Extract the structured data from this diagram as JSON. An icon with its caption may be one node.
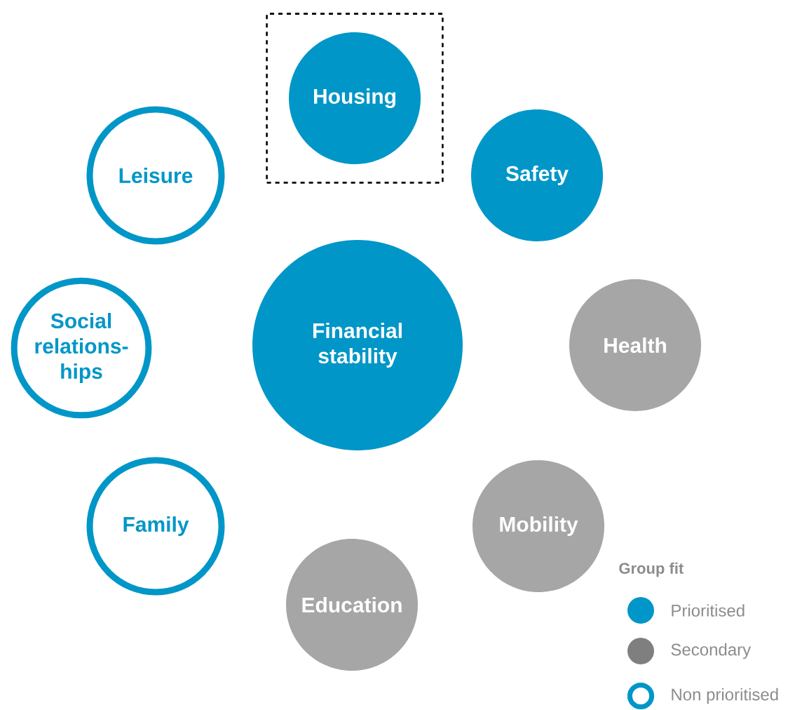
{
  "diagram": {
    "nodes": [
      {
        "text": [],
        "shape": "box"
      },
      {
        "text": [
          "Housing"
        ],
        "in": 0
      },
      {
        "text": [
          "Leisure"
        ]
      },
      {
        "text": [
          "Safety"
        ]
      },
      {
        "text": [
          "Social relations-hips"
        ]
      },
      {
        "text": [
          "Financial stability"
        ]
      },
      {
        "text": [
          "Health"
        ]
      },
      {
        "text": [
          "Family"
        ]
      },
      {
        "text": [
          "Mobility"
        ]
      },
      {
        "text": [
          "Education"
        ]
      }
    ],
    "labels": [
      "Group fit"
    ],
    "legend": [
      {
        "text": "Prioritised",
        "color": "#0096c8"
      },
      {
        "text": "Secondary",
        "color": "#7f7f7f"
      },
      {
        "text": "Non prioritised"
      }
    ]
  }
}
